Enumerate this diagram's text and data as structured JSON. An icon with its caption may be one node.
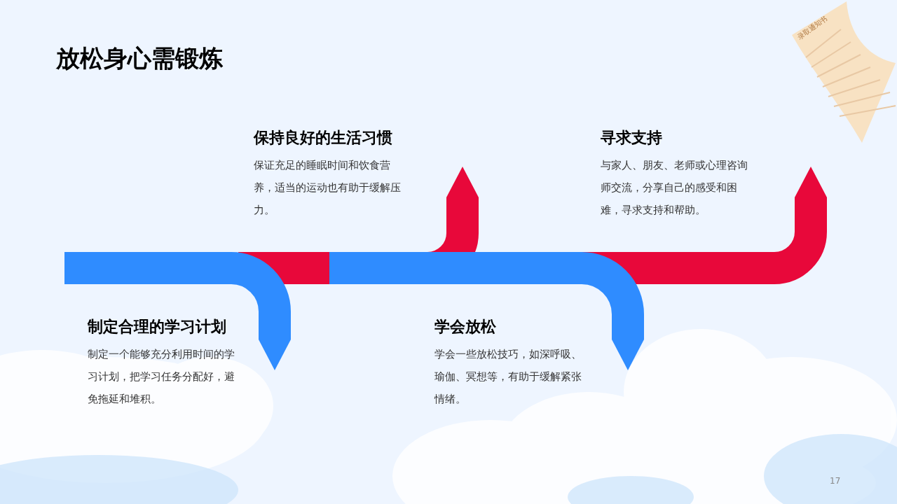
{
  "diagram": {
    "title": "放松身心需锻炼",
    "nodes": [
      {
        "text": [
          "保持良好的生活习惯",
          "保证充足的睡眠时间和饮食营养，适当的运动也有助于缓解压力。"
        ]
      },
      {
        "text": [
          "寻求支持",
          "与家人、朋友、老师或心理咨询师交流，分享自己的感受和困难，寻求支持和帮助。"
        ]
      },
      {
        "text": [
          "制定合理的学习计划",
          "制定一个能够充分利用时间的学习计划，把学习任务分配好，避免拖延和堆积。"
        ]
      },
      {
        "text": [
          "学会放松",
          "学会一些放松技巧，如深呼吸、瑜伽、冥想等，有助于缓解紧张情绪。"
        ]
      }
    ],
    "edges": [
      {
        "from": null,
        "to": 0,
        "arrow": "to",
        "color": "#e8083a"
      },
      {
        "from": null,
        "to": 1,
        "arrow": "to",
        "color": "#e8083a"
      },
      {
        "from": null,
        "to": 2,
        "arrow": "to",
        "color": "#2f8cff"
      },
      {
        "from": null,
        "to": 3,
        "arrow": "to",
        "color": "#2f8cff"
      }
    ],
    "labels": [
      "录取通知书",
      "17"
    ]
  }
}
